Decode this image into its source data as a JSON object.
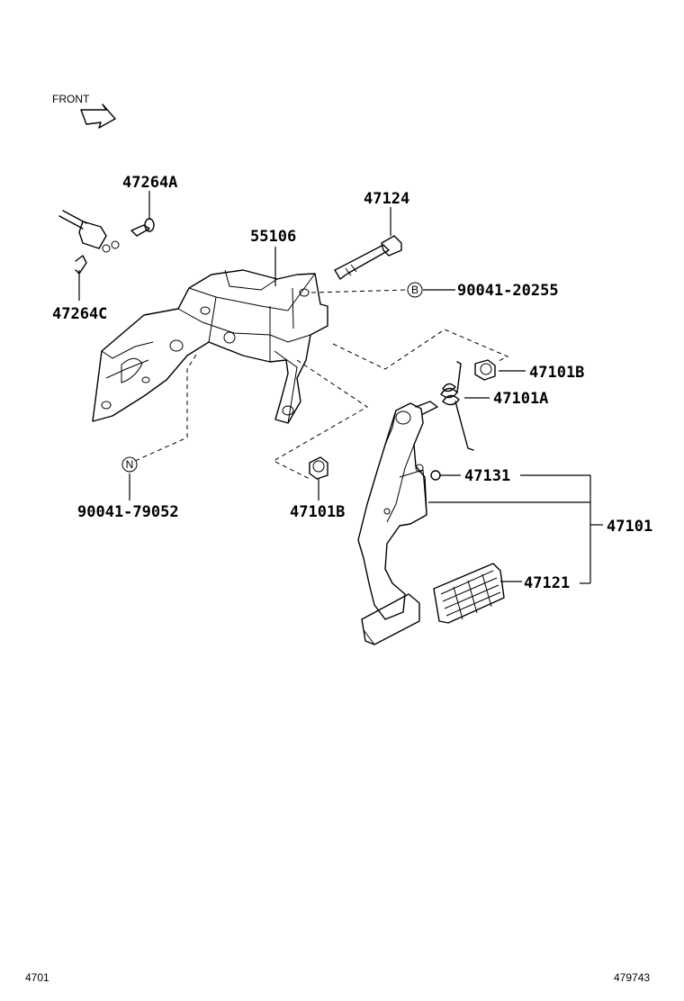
{
  "direction_label": "FRONT",
  "parts": {
    "p47264A": "47264A",
    "p47264C": "47264C",
    "p47124": "47124",
    "p55106": "55106",
    "p90041_20255": "90041-20255",
    "p47101B_upper": "47101B",
    "p47101A": "47101A",
    "p47131": "47131",
    "p47101": "47101",
    "p47121": "47121",
    "p47101B_lower": "47101B",
    "p90041_79052": "90041-79052"
  },
  "markers": {
    "B": "B",
    "N": "N"
  },
  "footer": {
    "left": "4701",
    "right": "479743"
  }
}
